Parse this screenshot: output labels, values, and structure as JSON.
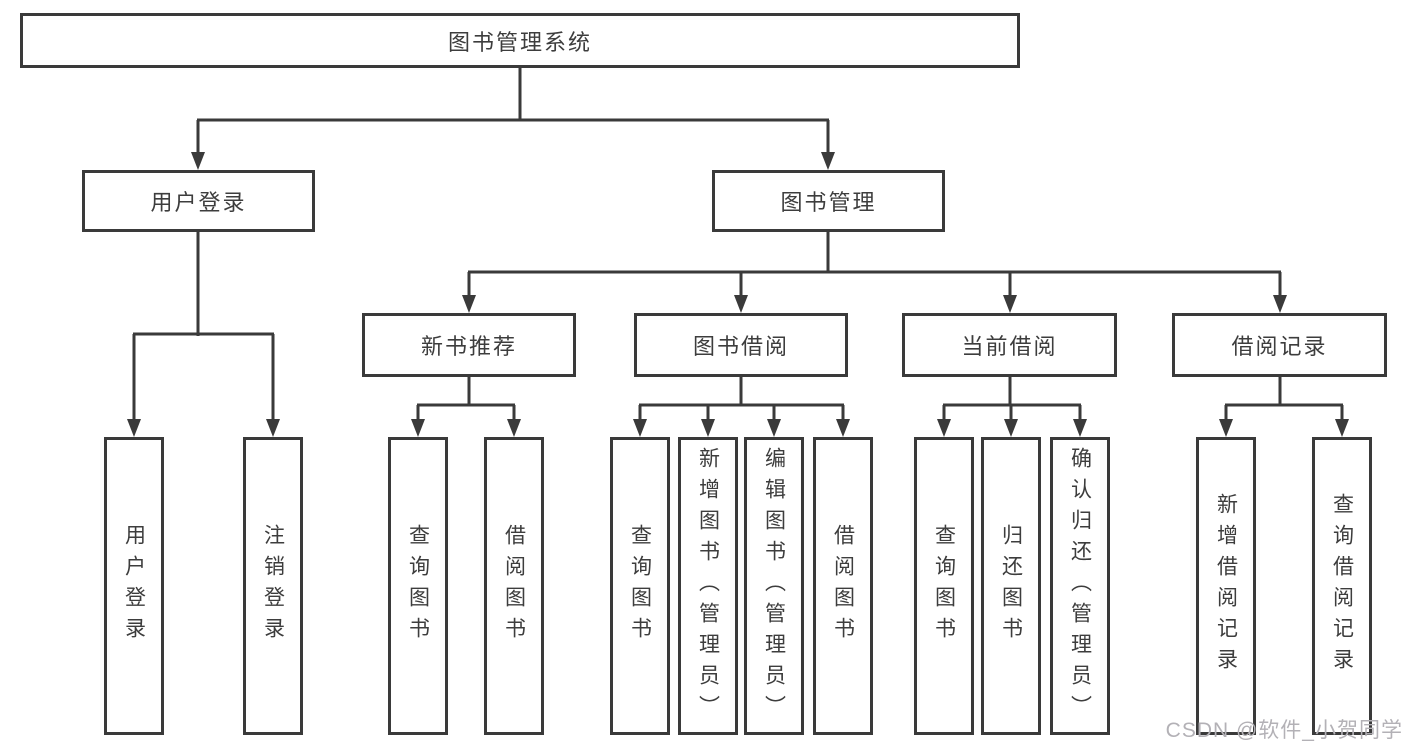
{
  "tree": {
    "label": "图书管理系统",
    "children": [
      {
        "label": "用户登录",
        "children": [
          {
            "label": "用户登录"
          },
          {
            "label": "注销登录"
          }
        ]
      },
      {
        "label": "图书管理",
        "children": [
          {
            "label": "新书推荐",
            "children": [
              {
                "label": "查询图书"
              },
              {
                "label": "借阅图书"
              }
            ]
          },
          {
            "label": "图书借阅",
            "children": [
              {
                "label": "查询图书"
              },
              {
                "label": "新增图书（管理员）"
              },
              {
                "label": "编辑图书（管理员）"
              },
              {
                "label": "借阅图书"
              }
            ]
          },
          {
            "label": "当前借阅",
            "children": [
              {
                "label": "查询图书"
              },
              {
                "label": "归还图书"
              },
              {
                "label": "确认归还（管理员）"
              }
            ]
          },
          {
            "label": "借阅记录",
            "children": [
              {
                "label": "新增借阅记录"
              },
              {
                "label": "查询借阅记录"
              }
            ]
          }
        ]
      }
    ]
  },
  "watermark": {
    "text": "CSDN @软件_小贺同学"
  },
  "colors": {
    "line": "#3a3a3a",
    "text": "#3d3d3d",
    "watermark": "#b3b1b6",
    "background": "#ffffff"
  }
}
